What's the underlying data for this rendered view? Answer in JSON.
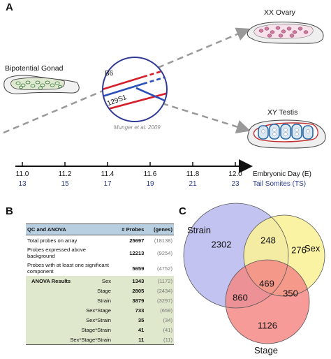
{
  "panels": {
    "a": "A",
    "b": "B",
    "c": "C"
  },
  "panel_a": {
    "bipotential_label": "Bipotential Gonad",
    "ovary_label": "XX Ovary",
    "testis_label": "XY Testis",
    "strain1": "B6",
    "strain2": "129S1",
    "citation": "Munger et al. 2009",
    "timeline": {
      "days": [
        "11.0",
        "11.2",
        "11.4",
        "11.6",
        "11.8",
        "12.0"
      ],
      "somites": [
        "13",
        "15",
        "17",
        "19",
        "21",
        "23"
      ],
      "axis_label": "Embryonic Day (E)",
      "somite_label": "Tail Somites (TS)"
    },
    "colors": {
      "b6": "#d4202a",
      "s129": "#2a4fb8",
      "somite_text": "#2b3d8f",
      "arrow": "#999999"
    }
  },
  "panel_b": {
    "header": {
      "title": "QC and ANOVA",
      "probes": "# Probes",
      "genes": "(genes)"
    },
    "rows": [
      {
        "label": "Total probes on array",
        "probes": "25697",
        "genes": "(18138)"
      },
      {
        "label": "Probes expressed above background",
        "probes": "12213",
        "genes": "(9254)"
      },
      {
        "label": "Probes with at least one significant component",
        "probes": "5659",
        "genes": "(4752)"
      }
    ],
    "anova_title": "ANOVA Results",
    "anova": [
      {
        "label": "Sex",
        "probes": "1343",
        "genes": "(1172)"
      },
      {
        "label": "Stage",
        "probes": "2805",
        "genes": "(2434)"
      },
      {
        "label": "Strain",
        "probes": "3879",
        "genes": "(3297)"
      },
      {
        "label": "Sex*Stage",
        "probes": "733",
        "genes": "(659)"
      },
      {
        "label": "Sex*Strain",
        "probes": "35",
        "genes": "(34)"
      },
      {
        "label": "Stage*Strain",
        "probes": "41",
        "genes": "(41)"
      },
      {
        "label": "Sex*Stage*Strain",
        "probes": "11",
        "genes": "(11)"
      }
    ]
  },
  "panel_c": {
    "sets": {
      "strain": "Strain",
      "sex": "Sex",
      "stage": "Stage"
    },
    "counts": {
      "strain_only": "2302",
      "sex_only": "276",
      "stage_only": "1126",
      "strain_sex": "248",
      "sex_stage": "350",
      "strain_stage": "860",
      "all_three": "469"
    },
    "colors": {
      "strain": "#b9b8f0",
      "sex": "#fbf29a",
      "stage": "#f58a86"
    }
  }
}
